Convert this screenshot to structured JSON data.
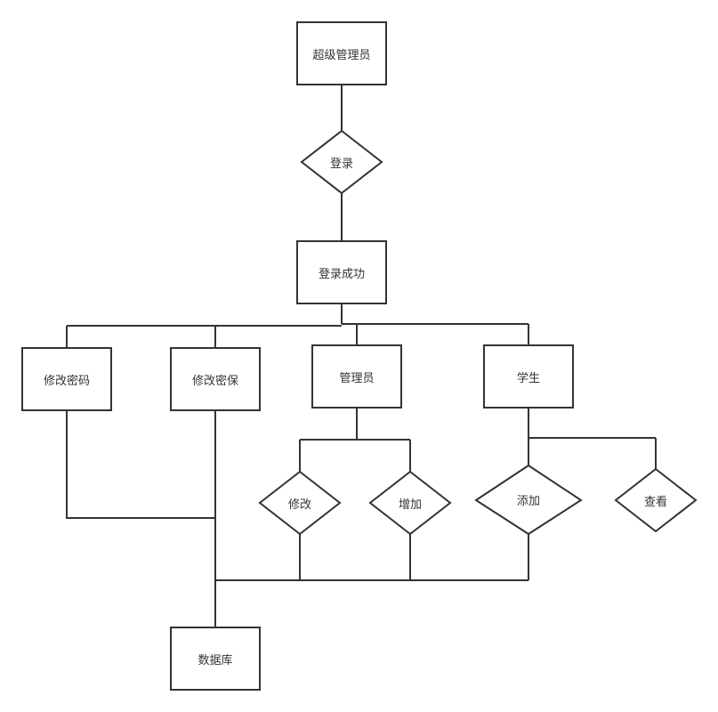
{
  "nodes": {
    "super_admin": "超级管理员",
    "login": "登录",
    "login_success": "登录成功",
    "change_password": "修改密码",
    "change_security": "修改密保",
    "admin": "管理员",
    "student": "学生",
    "modify": "修改",
    "add_admin": "增加",
    "add_student": "添加",
    "view": "查看",
    "database": "数据库"
  },
  "colors": {
    "stroke": "#333333",
    "fill": "#ffffff",
    "text": "#333333"
  }
}
